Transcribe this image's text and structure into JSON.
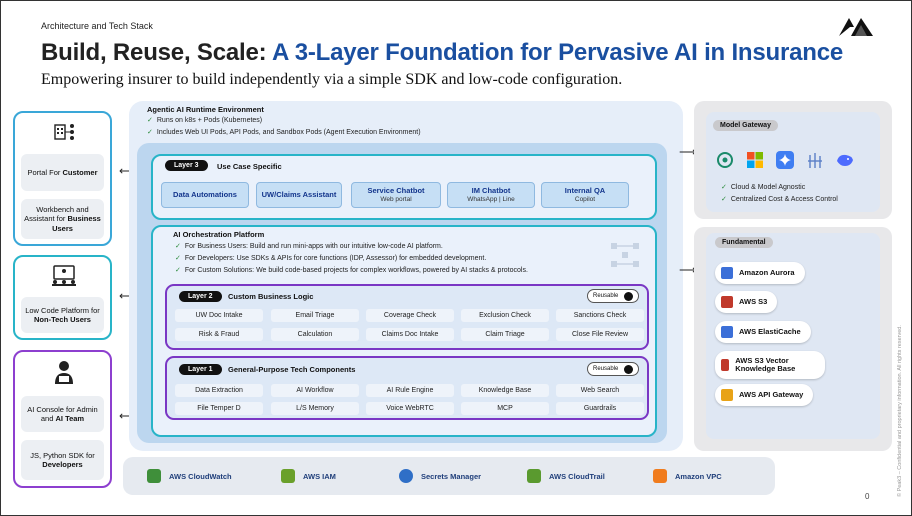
{
  "header": {
    "section": "Architecture and Tech Stack",
    "title_part1": "Build, Reuse, Scale:",
    "title_part2": "A 3-Layer Foundation for Pervasive AI in Insurance",
    "subtitle": "Empowering insurer to build independently via a simple SDK and low-code configuration."
  },
  "left_panels": [
    {
      "cards": [
        {
          "pre": "Portal For ",
          "bold": "Customer",
          "post": ""
        },
        {
          "pre": "Workbench and Assistant for ",
          "bold": "Business Users",
          "post": ""
        }
      ],
      "color": "#3aa7d8",
      "icon": "org-chart-icon"
    },
    {
      "cards": [
        {
          "pre": "Low Code Platform for ",
          "bold": "Non-Tech Users",
          "post": ""
        }
      ],
      "color": "#28b4c8",
      "icon": "monitor-users-icon"
    },
    {
      "cards": [
        {
          "pre": "AI Console for Admin and ",
          "bold": "AI Team",
          "post": ""
        },
        {
          "pre": "JS, Python SDK for ",
          "bold": "Developers",
          "post": ""
        }
      ],
      "color": "#8d3fcf",
      "icon": "developer-icon"
    }
  ],
  "agentic": {
    "title": "Agentic AI Runtime Environment",
    "bullets": [
      "Runs on k8s + Pods (Kubernetes)",
      "Includes Web UI Pods, API Pods, and Sandbox Pods (Agent Execution Environment)"
    ]
  },
  "layer3": {
    "pill": "Layer 3",
    "title": "Use Case Specific",
    "items": [
      {
        "name": "Data Automations",
        "sub": ""
      },
      {
        "name": "UW/Claims Assistant",
        "sub": ""
      },
      {
        "name": "Service Chatbot",
        "sub": "Web portal"
      },
      {
        "name": "IM Chatbot",
        "sub": "WhatsApp | Line"
      },
      {
        "name": "Internal QA",
        "sub": "Copilot"
      }
    ]
  },
  "orchestration": {
    "title": "AI Orchestration Platform",
    "bullets": [
      "For Business Users: Build and run mini-apps with our intuitive low-code AI platform.",
      "For Developers: Use SDKs & APIs for core functions (IDP, Assessor) for embedded development.",
      "For Custom Solutions: We build code-based projects for complex workflows, powered by AI stacks & protocols."
    ]
  },
  "layer2": {
    "pill": "Layer 2",
    "title": "Custom Business Logic",
    "reusable": "Reusable",
    "items": [
      "UW Doc Intake",
      "Email Triage",
      "Coverage Check",
      "Exclusion Check",
      "Sanctions Check",
      "Risk & Fraud",
      "Calculation",
      "Claims Doc Intake",
      "Claim Triage",
      "Close File Review"
    ]
  },
  "layer1": {
    "pill": "Layer 1",
    "title": "General-Purpose Tech Components",
    "reusable": "Reusable",
    "items": [
      "Data Extraction",
      "AI Workflow",
      "AI Rule Engine",
      "Knowledge Base",
      "Web Search",
      "File Temper D",
      "L/S Memory",
      "Voice WebRTC",
      "MCP",
      "Guardrails"
    ]
  },
  "model_gateway": {
    "tag": "Model Gateway",
    "bullets": [
      "Cloud & Model Agnostic",
      "Centralized Cost & Access Control"
    ],
    "icons": [
      "openai-icon",
      "microsoft-icon",
      "gemini-icon",
      "llama-index-icon",
      "deepseek-icon"
    ]
  },
  "fundamental": {
    "tag": "Fundamental",
    "services": [
      {
        "name": "Amazon Aurora",
        "color": "#3b6fd8"
      },
      {
        "name": "AWS S3",
        "color": "#c0392b"
      },
      {
        "name": "AWS ElastiCache",
        "color": "#3b6fd8"
      },
      {
        "name": "AWS S3 Vector Knowledge Base",
        "color": "#c0392b"
      },
      {
        "name": "AWS API Gateway",
        "color": "#e8a317"
      }
    ]
  },
  "bottom_services": [
    {
      "name": "AWS CloudWatch",
      "color": "#3f8f3a"
    },
    {
      "name": "AWS IAM",
      "color": "#6aa02b"
    },
    {
      "name": "Secrets Manager",
      "color": "#2f6fc7"
    },
    {
      "name": "AWS CloudTrail",
      "color": "#5a9a2f"
    },
    {
      "name": "Amazon VPC",
      "color": "#f07c1e"
    }
  ],
  "footer": {
    "copyright": "© Peak3 – Confidential and proprietary information. All rights reserved.",
    "page": "0"
  }
}
